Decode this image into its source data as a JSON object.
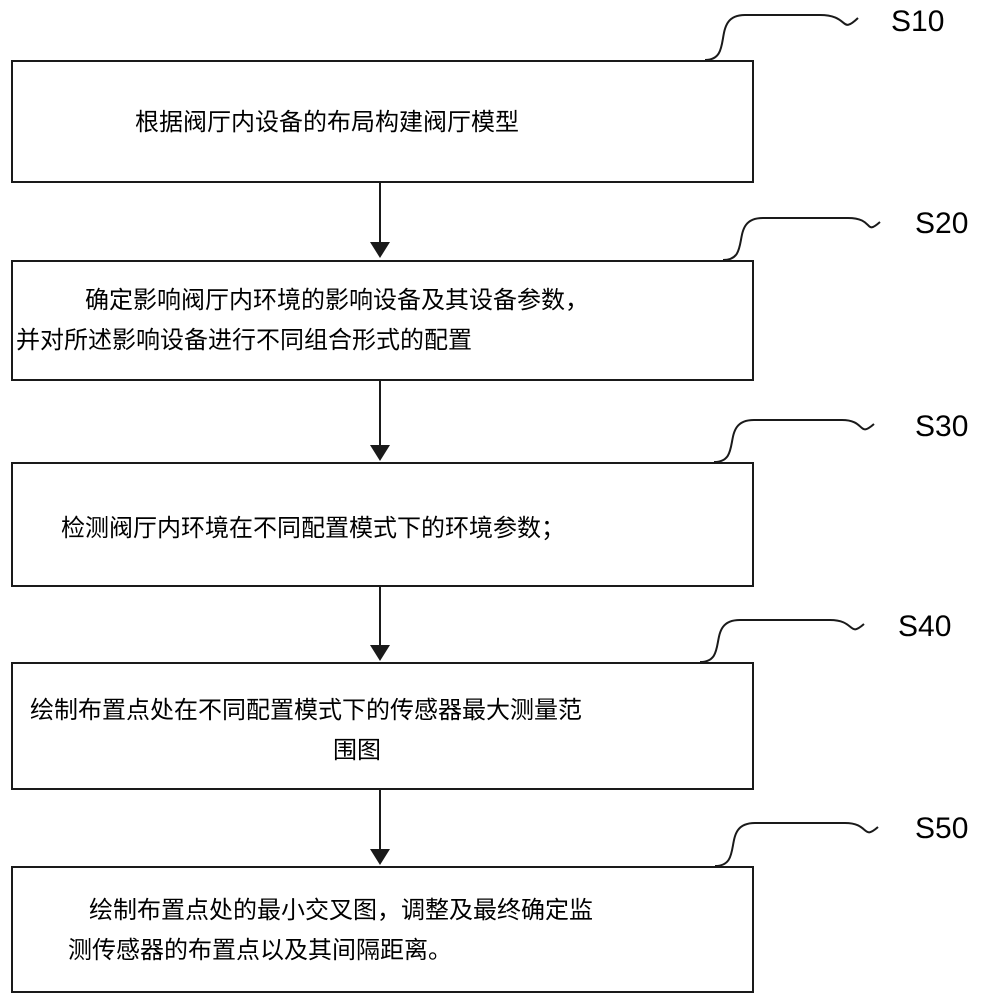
{
  "steps": [
    {
      "id": "S10",
      "lines": [
        "根据阀厅内设备的布局构建阀厅模型"
      ]
    },
    {
      "id": "S20",
      "lines": [
        "确定影响阀厅内环境的影响设备及其设备参数，",
        "并对所述影响设备进行不同组合形式的配置"
      ]
    },
    {
      "id": "S30",
      "lines": [
        "检测阀厅内环境在不同配置模式下的环境参数；"
      ]
    },
    {
      "id": "S40",
      "lines": [
        "绘制布置点处在不同配置模式下的传感器最大测量范",
        "围图"
      ]
    },
    {
      "id": "S50",
      "lines": [
        "绘制布置点处的最小交叉图，调整及最终确定监",
        "测传感器的布置点以及其间隔距离。"
      ]
    }
  ]
}
